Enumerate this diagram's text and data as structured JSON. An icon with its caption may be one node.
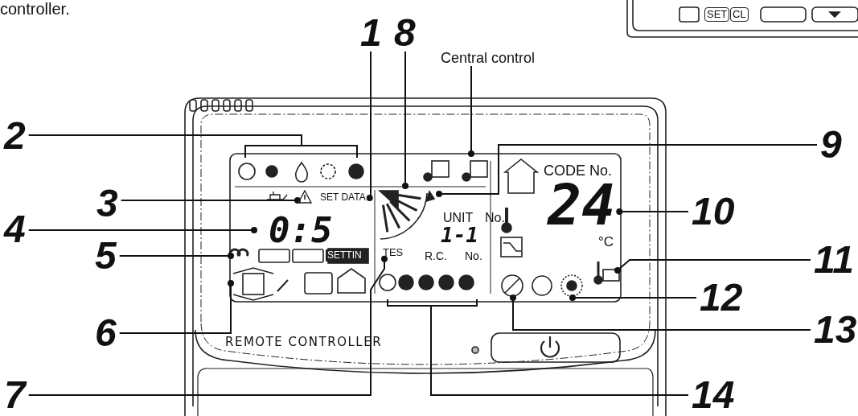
{
  "diagram": {
    "nodes": [
      {
        "text": [
          "1"
        ]
      },
      {
        "text": [
          "8"
        ]
      },
      {
        "text": [
          "Central control"
        ]
      },
      {
        "text": [
          "2"
        ]
      },
      {
        "text": [
          "3"
        ]
      },
      {
        "text": [
          "4"
        ]
      },
      {
        "text": [
          "5"
        ]
      },
      {
        "text": [
          "6"
        ]
      },
      {
        "text": [
          "7"
        ]
      },
      {
        "text": [
          "9"
        ]
      },
      {
        "text": [
          "10"
        ]
      },
      {
        "text": [
          "11"
        ]
      },
      {
        "text": [
          "12"
        ]
      },
      {
        "text": [
          "13"
        ]
      },
      {
        "text": [
          "14"
        ]
      },
      {
        "text": [
          "SET DATA"
        ]
      },
      {
        "text": [
          "24"
        ]
      },
      {
        "text": [
          "TES"
        ]
      },
      {
        "text": [],
        "shape": "triangle"
      }
    ],
    "edges": [
      {
        "from": 0,
        "to": 15,
        "arrow": "other"
      },
      {
        "from": 1,
        "to": null,
        "arrow": "other"
      },
      {
        "from": 2,
        "to": null,
        "arrow": "other"
      },
      {
        "from": 3,
        "to": null,
        "arrow": "none"
      },
      {
        "from": 4,
        "to": 18,
        "arrow": "other"
      },
      {
        "from": 5,
        "to": null,
        "arrow": "other"
      },
      {
        "from": 6,
        "to": null,
        "arrow": "other"
      },
      {
        "from": 7,
        "to": null,
        "arrow": "other"
      },
      {
        "from": 8,
        "to": 17,
        "arrow": "other"
      },
      {
        "from": 9,
        "to": null,
        "arrow": "other"
      },
      {
        "from": 10,
        "to": 16,
        "arrow": "other"
      },
      {
        "from": 11,
        "to": null,
        "arrow": "other"
      },
      {
        "from": 12,
        "to": null,
        "arrow": "other"
      },
      {
        "from": 13,
        "to": null,
        "arrow": "other"
      },
      {
        "from": 14,
        "to": null,
        "arrow": "none"
      }
    ],
    "labels": [
      "controller.",
      "SET",
      "CL",
      "CODE No.",
      "UNIT",
      "No.",
      "0:5",
      "1-1",
      "SETTIN",
      "R.C.",
      "No.",
      "°C",
      "REMOTE CONTROLLER"
    ]
  }
}
